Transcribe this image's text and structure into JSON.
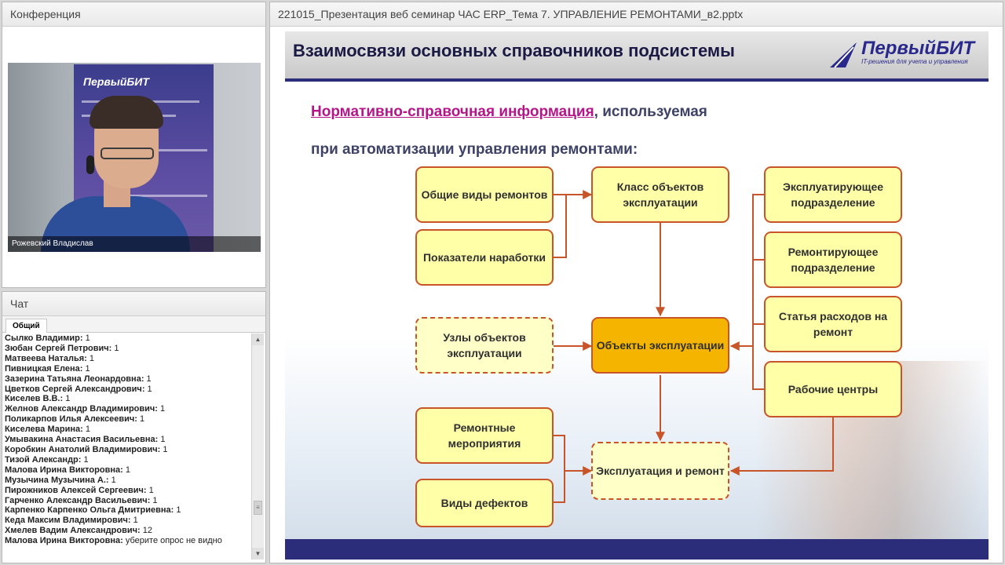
{
  "conference": {
    "title": "Конференция",
    "video": {
      "logo": "ПервыйБИТ",
      "participant": "Рожевский Владислав"
    }
  },
  "chat": {
    "title": "Чат",
    "tab": "Общий",
    "messages": [
      {
        "name": "Сылко Владимир:",
        "text": "1"
      },
      {
        "name": "Зюбан Сергей Петрович:",
        "text": "1"
      },
      {
        "name": "Матвеева Наталья:",
        "text": "1"
      },
      {
        "name": "Пивницкая Елена:",
        "text": "1"
      },
      {
        "name": "Зазерина Татьяна Леонардовна:",
        "text": "1"
      },
      {
        "name": "Цветков Сергей Александрович:",
        "text": "1"
      },
      {
        "name": "Киселев В.В.:",
        "text": "1"
      },
      {
        "name": "Желнов Александр Владимирович:",
        "text": "1"
      },
      {
        "name": "Поликарпов Илья Алексеевич:",
        "text": "1"
      },
      {
        "name": "Киселева Марина:",
        "text": "1"
      },
      {
        "name": "Умывакина Анастасия Васильевна:",
        "text": "1"
      },
      {
        "name": "Коробкин Анатолий Владимирович:",
        "text": "1"
      },
      {
        "name": "Тизой Александр:",
        "text": "1"
      },
      {
        "name": "Малова Ирина Викторовна:",
        "text": "1"
      },
      {
        "name": "Музычина Музычина А.:",
        "text": "1"
      },
      {
        "name": "Пирожников Алексей Сергеевич:",
        "text": "1"
      },
      {
        "name": "Гарченко Александр Васильевич:",
        "text": "1"
      },
      {
        "name": "Карпенко Карпенко Ольга Дмитриевна:",
        "text": "1"
      },
      {
        "name": "Кеда Максим Владимирович:",
        "text": "1"
      },
      {
        "name": "Хмелев Вадим Александрович:",
        "text": "12"
      },
      {
        "name": "Малова Ирина Викторовна:",
        "text": "уберите опрос не видно"
      }
    ],
    "scroll": {
      "up": "▲",
      "down": "▼",
      "thumb": "≡"
    }
  },
  "presentation": {
    "title": "221015_Презентация веб семинар ЧАС ERP_Тема 7. УПРАВЛЕНИЕ РЕМОНТАМИ_в2.pptx",
    "slide": {
      "heading": "Взаимосвязи основных справочников подсистемы",
      "logo_name": "ПервыйБИТ",
      "logo_sub": "IT-решения для учета и управления",
      "subtitle_highlight": "Нормативно-справочная информация",
      "subtitle_rest": ", используемая",
      "subtitle_line2": "при автоматизации управления ремонтами:",
      "boxes": {
        "obshchie": "Общие виды ремонтов",
        "pokazateli": "Показатели наработки",
        "klass": "Класс объектов эксплуатации",
        "uzly": "Узлы объектов эксплуатации",
        "obekty": "Объекты эксплуатации",
        "ekspl_podr": "Эксплуатирующее подразделение",
        "remont_podr": "Ремонтирующее подразделение",
        "statya": "Статья расходов на ремонт",
        "rab_centry": "Рабочие центры",
        "meropriyatiya": "Ремонтные мероприятия",
        "defekty": "Виды дефектов",
        "ekspl_remont": "Эксплуатация и ремонт"
      }
    }
  },
  "colors": {
    "accent": "#2c2d7a",
    "box_fill": "#ffffa8",
    "box_main": "#f4b400",
    "box_border": "#c8552a",
    "highlight": "#b4168a"
  }
}
